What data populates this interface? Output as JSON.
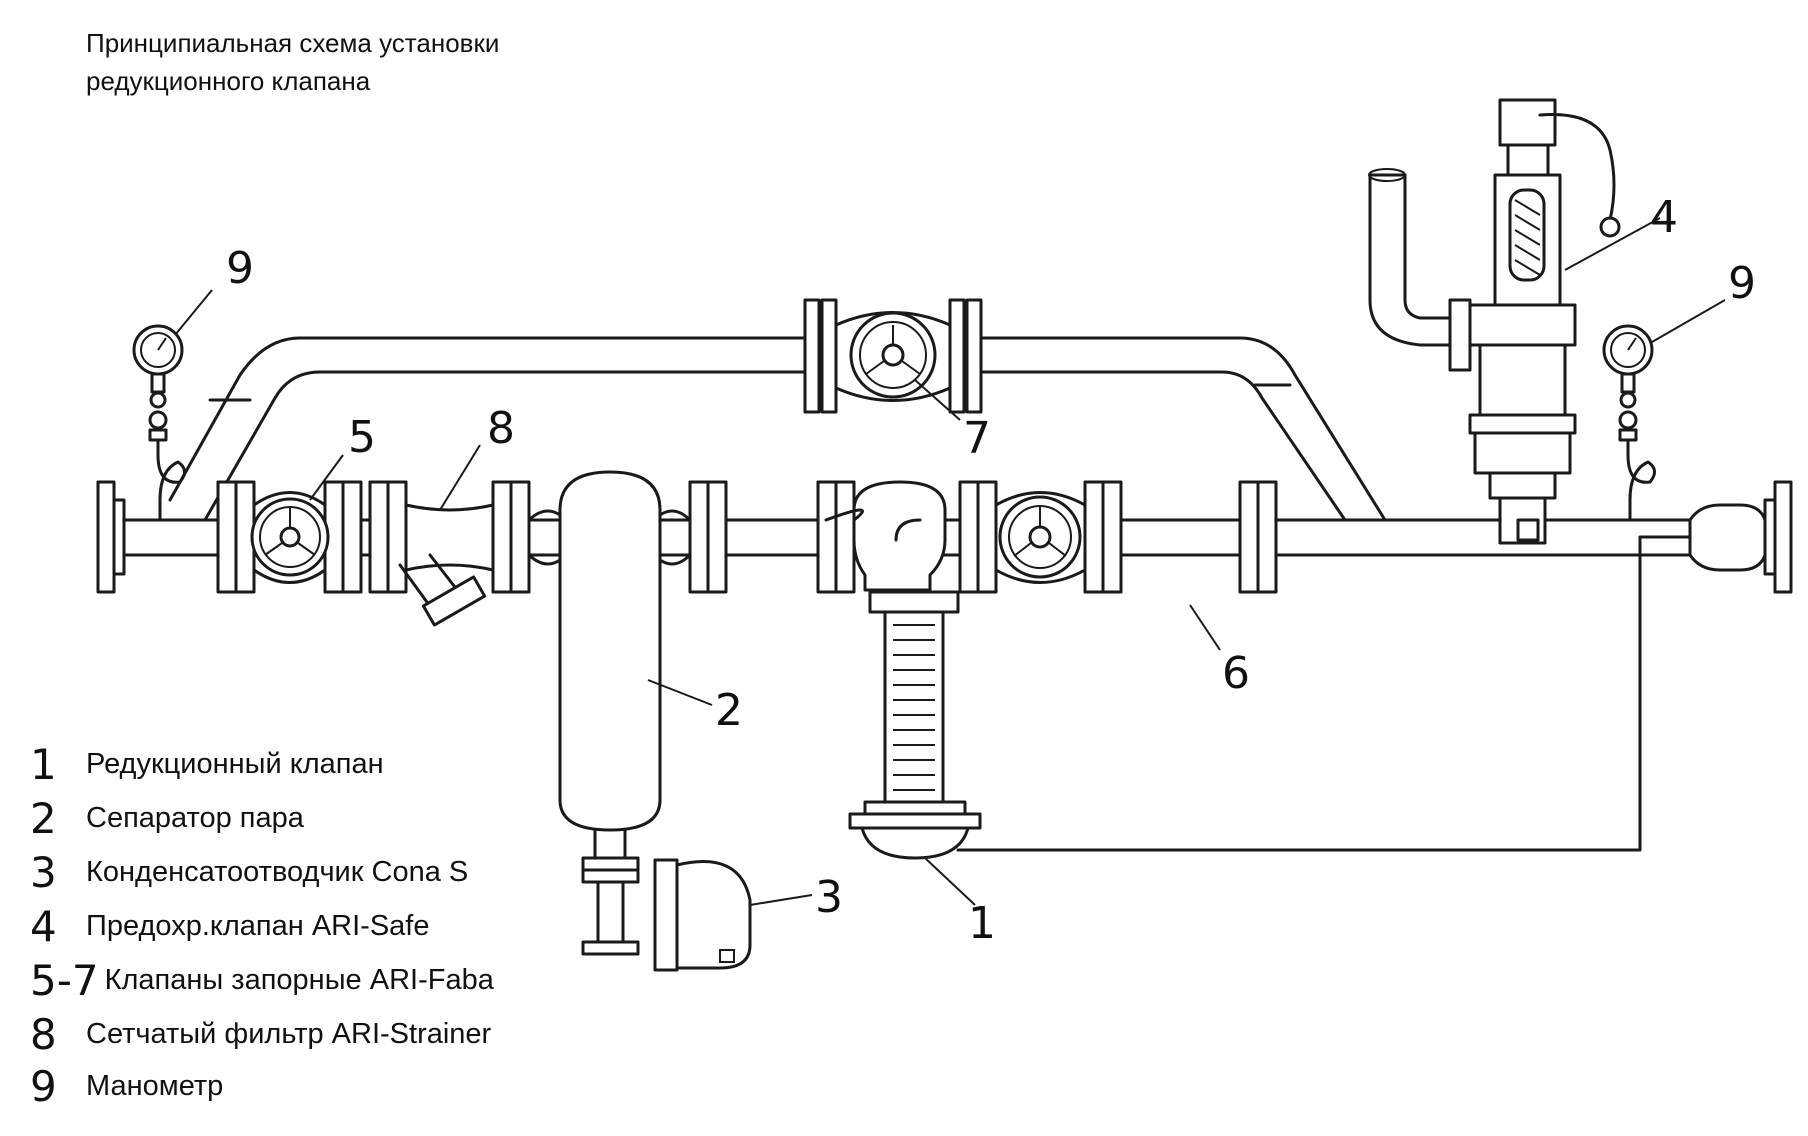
{
  "title": {
    "line1": "Принципиальная схема установки",
    "line2": "редукционного клапана"
  },
  "callouts": {
    "c1": "1",
    "c2": "2",
    "c3": "3",
    "c4": "4",
    "c5": "5",
    "c6": "6",
    "c7": "7",
    "c8": "8",
    "c9_left": "9",
    "c9_right": "9"
  },
  "legend": [
    {
      "num": "1",
      "label": "Редукционный клапан"
    },
    {
      "num": "2",
      "label": "Сепаратор пара"
    },
    {
      "num": "3",
      "label": "Конденсатоотводчик Cona S"
    },
    {
      "num": "4",
      "label": "Предохр.клапан ARI-Safe"
    },
    {
      "num": "5-7",
      "label": "Клапаны запорные ARI-Faba"
    },
    {
      "num": "8",
      "label": "Сетчатый фильтр ARI-Strainer"
    },
    {
      "num": "9",
      "label": "Манометр"
    }
  ]
}
